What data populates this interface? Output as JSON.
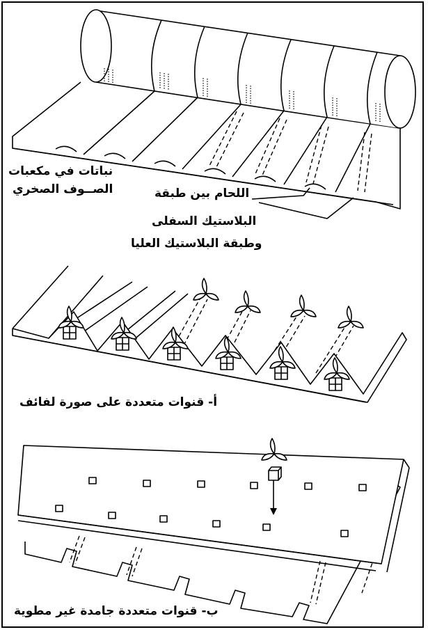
{
  "labels": {
    "plants_rockwool_line1": "نباتات في مكعبات",
    "plants_rockwool_line2": "الصــوف الصخري",
    "weld_line1": "اللحام بين طبقة",
    "weld_line2": "البلاستيك السفلى",
    "weld_line3": "وطبقة البلاستيك العليا",
    "caption_a": "أ- قنوات متعددة على صورة لفائف",
    "caption_b": "ب- قنوات متعددة جامدة غير مطوية"
  },
  "colors": {
    "ink": "#000000",
    "paper": "#ffffff"
  },
  "icons": [
    "plant-icon",
    "rockwool-cube-icon",
    "down-arrow-icon"
  ]
}
